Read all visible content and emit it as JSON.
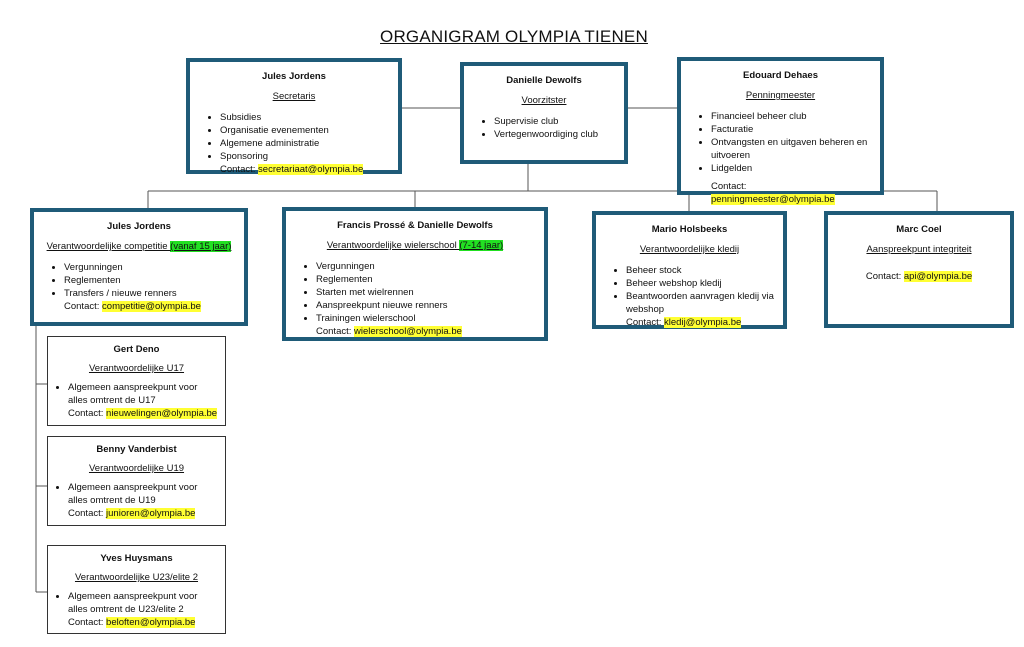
{
  "title": "ORGANIGRAM OLYMPIA TIENEN",
  "contact_label": "Contact:",
  "top": {
    "secretaris": {
      "name": "Jules Jordens",
      "role": "Secretaris",
      "items": [
        "Subsidies",
        "Organisatie evenementen",
        "Algemene administratie",
        "Sponsoring"
      ],
      "email": "secretariaat@olympia.be"
    },
    "voorzitster": {
      "name": "Danielle Dewolfs",
      "role": "Voorzitster",
      "items": [
        "Supervisie club",
        "Vertegenwoordiging club"
      ]
    },
    "penningmeester": {
      "name": "Edouard Dehaes",
      "role": "Penningmeester",
      "items": [
        "Financieel beheer club",
        "Facturatie",
        "Ontvangsten en uitgaven beheren en uitvoeren",
        "Lidgelden"
      ],
      "email": "penningmeester@olympia.be"
    }
  },
  "mid": {
    "competitie": {
      "name": "Jules Jordens",
      "role": "Verantwoordelijke competitie ",
      "role_highlight": "(vanaf 15 jaar)",
      "items": [
        "Vergunningen",
        "Reglementen",
        "Transfers / nieuwe renners"
      ],
      "email": "competitie@olympia.be"
    },
    "wielerschool": {
      "name": "Francis Prossé & Danielle Dewolfs",
      "role": "Verantwoordelijke wielerschool ",
      "role_highlight": "(7-14 jaar)",
      "items": [
        "Vergunningen",
        "Reglementen",
        "Starten met wielrennen",
        "Aanspreekpunt nieuwe renners",
        "Trainingen wielerschool"
      ],
      "email": "wielerschool@olympia.be"
    },
    "kledij": {
      "name": "Mario Holsbeeks",
      "role": "Verantwoordelijke kledij",
      "items": [
        "Beheer stock",
        "Beheer webshop kledij",
        "Beantwoorden aanvragen kledij via webshop"
      ],
      "email": "kledij@olympia.be"
    },
    "integriteit": {
      "name": "Marc Coel",
      "role": "Aanspreekpunt integriteit",
      "email": "api@olympia.be"
    }
  },
  "sub": {
    "u17": {
      "name": "Gert Deno",
      "role": "Verantwoordelijke U17",
      "items": [
        "Algemeen aanspreekpunt voor alles omtrent de U17"
      ],
      "email": "nieuwelingen@olympia.be"
    },
    "u19": {
      "name": "Benny Vanderbist",
      "role": "Verantwoordelijke U19",
      "items": [
        "Algemeen aanspreekpunt voor alles omtrent de U19"
      ],
      "email": "junioren@olympia.be"
    },
    "u23": {
      "name": "Yves Huysmans",
      "role": "Verantwoordelijke U23/elite 2",
      "items": [
        "Algemeen aanspreekpunt voor alles omtrent de U23/elite 2"
      ],
      "email": "beloften@olympia.be"
    }
  },
  "colors": {
    "box_border": "#1f5b78",
    "highlight_yellow": "#ffff33",
    "highlight_green": "#22e022"
  }
}
